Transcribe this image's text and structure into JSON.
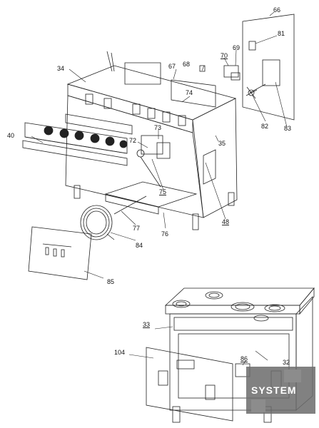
{
  "part_labels": {
    "p34": "34",
    "p40": "40",
    "p72": "72",
    "p73": "73",
    "p74": "74",
    "p75": "75",
    "p76": "76",
    "p77": "77",
    "p84": "84",
    "p85": "85",
    "p35": "35",
    "p48": "48",
    "p67": "67",
    "p68": "68",
    "p69": "69",
    "p70": "70",
    "p66": "66",
    "p81": "81",
    "p82": "82",
    "p83": "83",
    "p33": "33",
    "p32": "32",
    "p104": "104",
    "p86": "86"
  },
  "watermark": {
    "text": "SYSTEM"
  },
  "colors": {
    "line": "#222222",
    "watermark_bg": "#6b6b6b"
  }
}
